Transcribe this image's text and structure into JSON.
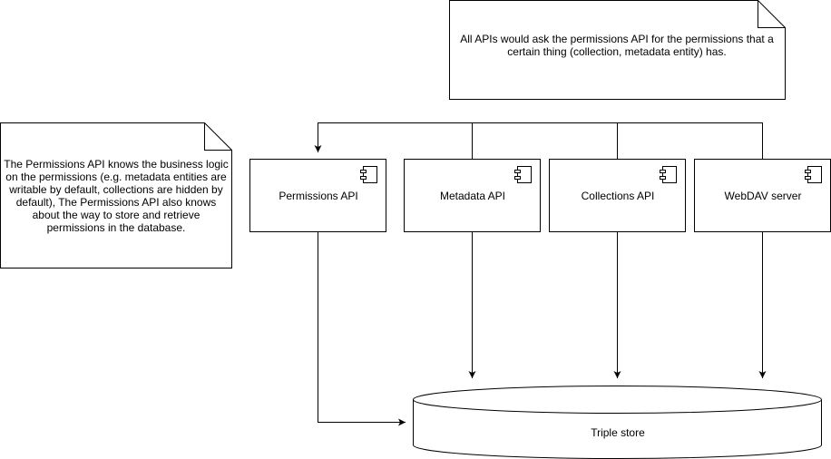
{
  "notes": {
    "top": "All APIs would ask the permissions API for the permissions that a certain thing (collection, metadata entity) has.",
    "left": "The Permissions API knows the business logic on the permissions (e.g. metadata entities are writable by default, collections are hidden by default), The Permissions API also knows about the way to store and retrieve permissions in the database."
  },
  "components": [
    {
      "label": "Permissions API"
    },
    {
      "label": "Metadata API"
    },
    {
      "label": "Collections API"
    },
    {
      "label": "WebDAV server"
    }
  ],
  "datastore": {
    "label": "Triple store"
  }
}
